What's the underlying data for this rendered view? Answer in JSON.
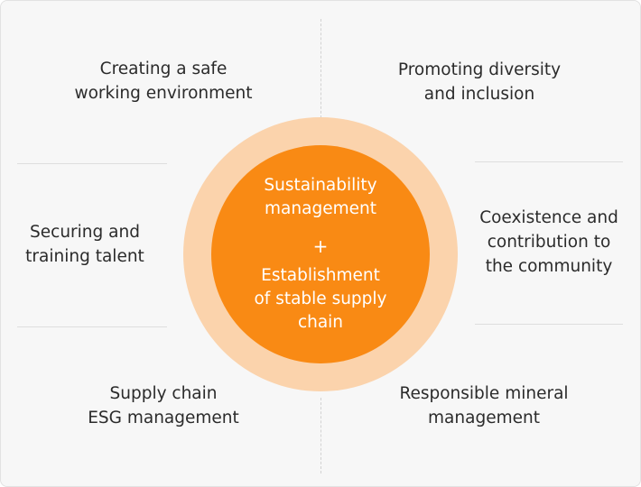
{
  "center": {
    "top_text": "Sustainability\nmanagement",
    "plus": "+",
    "bottom_text": "Establishment\nof stable supply\nchain"
  },
  "items": {
    "top_left": "Creating a safe\nworking environment",
    "top_right": "Promoting diversity\nand inclusion",
    "middle_left": "Securing and\ntraining talent",
    "middle_right": "Coexistence and\ncontribution to\nthe community",
    "bottom_left": "Supply chain\nESG management",
    "bottom_right": "Responsible mineral\nmanagement"
  },
  "colors": {
    "background": "#f7f7f7",
    "outer_ring": "#fbd3ac",
    "inner_circle": "#f98a14",
    "text": "#2b2b2b",
    "center_text": "#ffffff"
  }
}
